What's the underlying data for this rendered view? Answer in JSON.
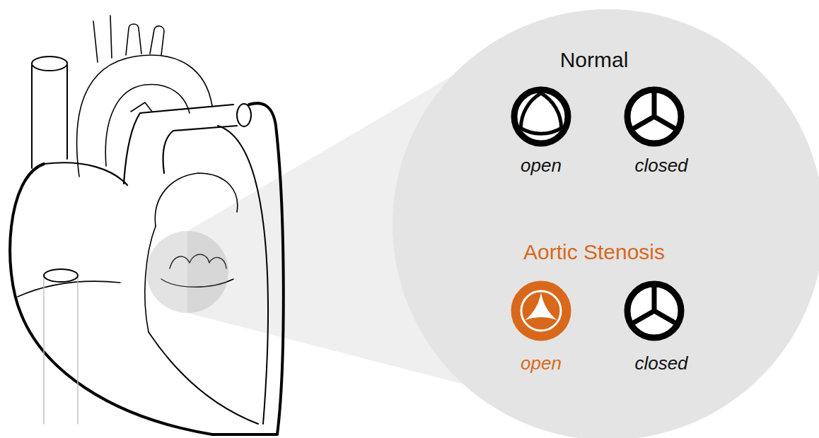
{
  "diagram": {
    "nodes": [
      {
        "text": [
          "Normal",
          "open",
          "closed",
          "Aortic Stenosis",
          "open",
          "closed"
        ]
      }
    ]
  }
}
